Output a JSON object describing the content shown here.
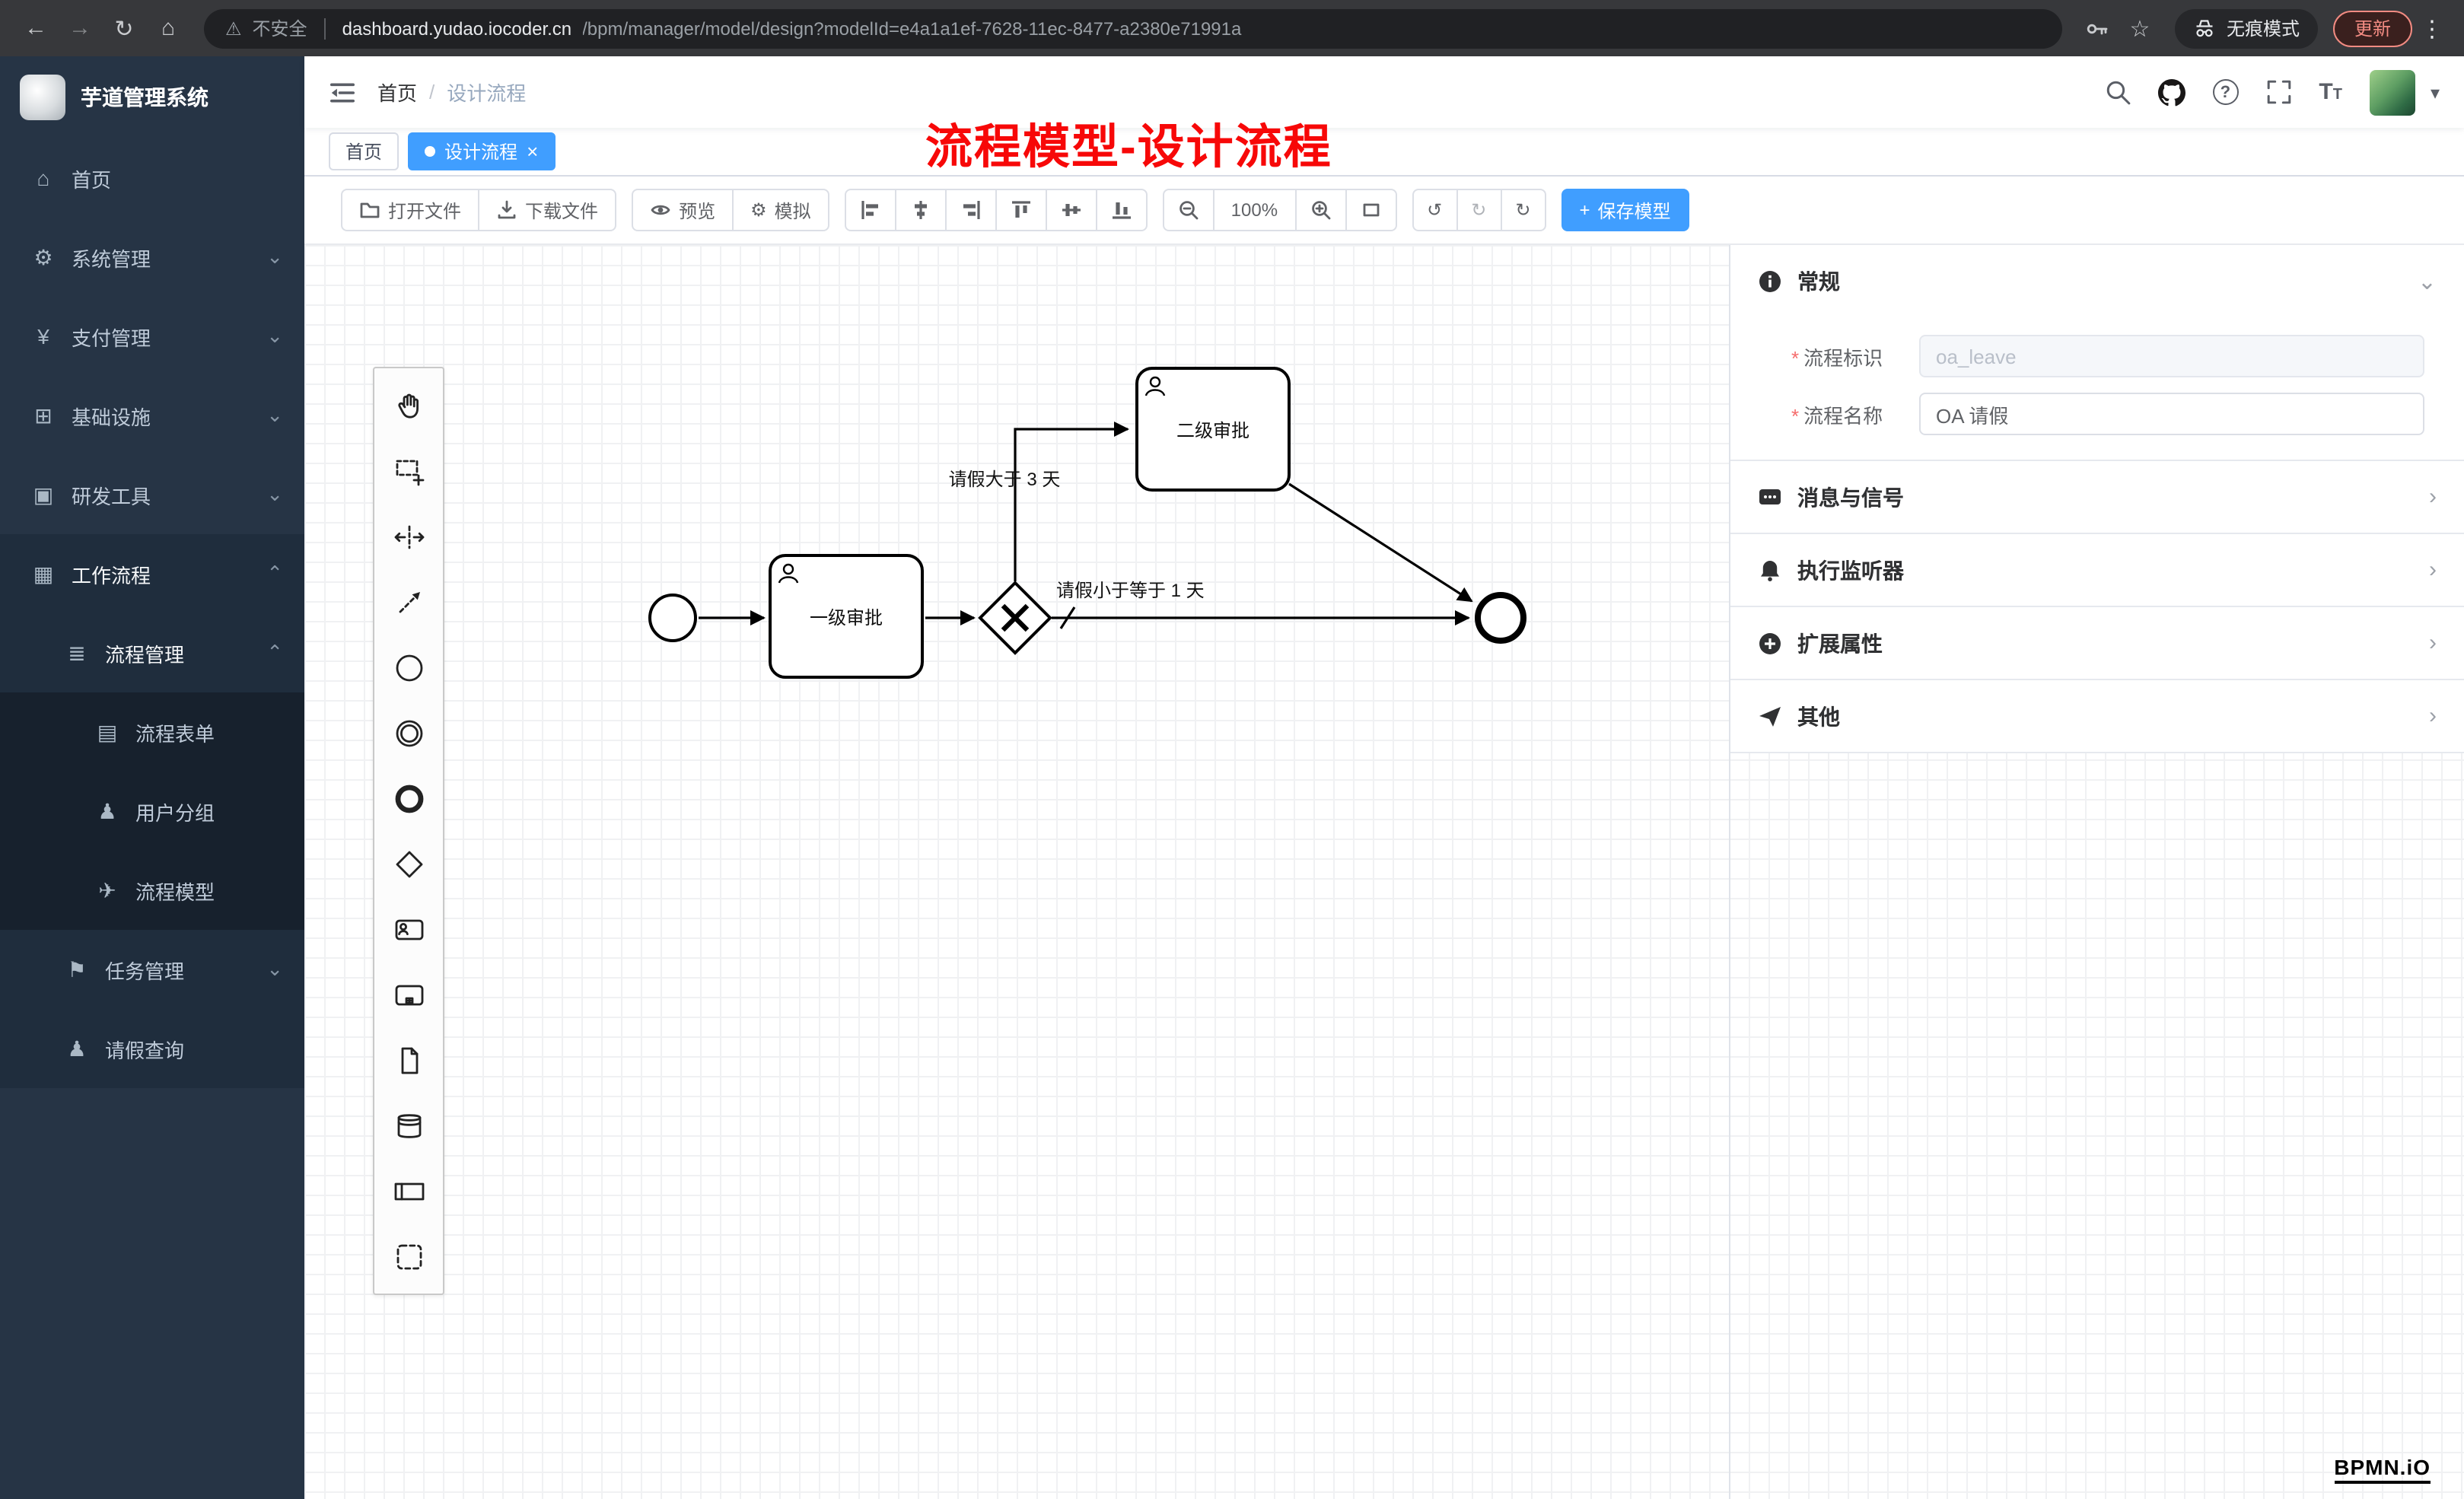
{
  "browser": {
    "security_label": "不安全",
    "url_host": "dashboard.yudao.iocoder.cn",
    "url_path": "/bpm/manager/model/design?modelId=e4a1a1ef-7628-11ec-8477-a2380e71991a",
    "incognito_label": "无痕模式",
    "update_label": "更新"
  },
  "icons": {
    "back": "←",
    "forward": "→",
    "reload": "↻",
    "home": "⌂",
    "warning": "⚠",
    "star": "☆",
    "menu_dots": "⋮",
    "caret_down": "▾",
    "chevron_down": "⌄",
    "chevron_up": "⌃",
    "chevron_right": "›",
    "plus": "+",
    "undo": "↺",
    "redo": "↻",
    "refresh": "↻",
    "gear": "⚙",
    "question": "?",
    "font_large": "T",
    "font_small": "T",
    "breadcrumb_separator": "/",
    "close": "×",
    "sidebar_home": "⌂",
    "sidebar_system": "⚙",
    "sidebar_pay": "¥",
    "sidebar_infra": "⊞",
    "sidebar_dev": "▣",
    "sidebar_workflow": "▦",
    "sidebar_process_mgmt": "≣",
    "sidebar_form": "▤",
    "sidebar_group": "♟",
    "sidebar_model": "✈",
    "sidebar_task": "⚑",
    "sidebar_leave": "♟"
  },
  "sidebar": {
    "logo_title": "芋道管理系统",
    "items": [
      {
        "label": "首页"
      },
      {
        "label": "系统管理"
      },
      {
        "label": "支付管理"
      },
      {
        "label": "基础设施"
      },
      {
        "label": "研发工具"
      },
      {
        "label": "工作流程"
      },
      {
        "label": "流程管理"
      },
      {
        "label": "流程表单"
      },
      {
        "label": "用户分组"
      },
      {
        "label": "流程模型"
      },
      {
        "label": "任务管理"
      },
      {
        "label": "请假查询"
      }
    ]
  },
  "header": {
    "breadcrumb_home": "首页",
    "breadcrumb_current": "设计流程",
    "annotation": "流程模型-设计流程"
  },
  "tabs": [
    {
      "label": "首页"
    },
    {
      "label": "设计流程"
    }
  ],
  "toolbar": {
    "open_file": "打开文件",
    "download_file": "下载文件",
    "preview": "预览",
    "simulate": "模拟",
    "zoom_level": "100%",
    "save_model": "保存模型"
  },
  "diagram": {
    "task1_label": "一级审批",
    "task2_label": "二级审批",
    "flow_gt_label": "请假大于 3 天",
    "flow_lte_label": "请假小于等于 1 天"
  },
  "properties": {
    "required_marker": "*",
    "sections": [
      {
        "title": "常规"
      },
      {
        "title": "消息与信号"
      },
      {
        "title": "执行监听器"
      },
      {
        "title": "扩展属性"
      },
      {
        "title": "其他"
      }
    ],
    "form": {
      "process_key_label": "流程标识",
      "process_key_value": "oa_leave",
      "process_name_label": "流程名称",
      "process_name_value": "OA 请假"
    }
  },
  "watermark": "BPMN.iO"
}
